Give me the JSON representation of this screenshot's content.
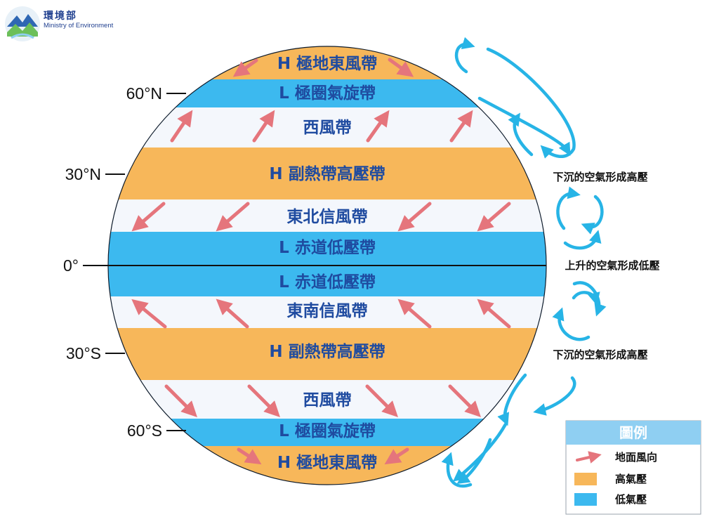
{
  "logo": {
    "name_zh": "環境部",
    "name_en": "Ministry of Environment"
  },
  "bands": [
    {
      "label": "H 極地東風帶",
      "type": "high"
    },
    {
      "label": "L 極圈氣旋帶",
      "type": "low"
    },
    {
      "label": "西風帶",
      "type": "wind"
    },
    {
      "label": "H 副熱帶高壓帶",
      "type": "high"
    },
    {
      "label": "東北信風帶",
      "type": "wind"
    },
    {
      "label": "L 赤道低壓帶",
      "type": "low"
    },
    {
      "label": "L 赤道低壓帶",
      "type": "low"
    },
    {
      "label": "東南信風帶",
      "type": "wind"
    },
    {
      "label": "H 副熱帶高壓帶",
      "type": "high"
    },
    {
      "label": "西風帶",
      "type": "wind"
    },
    {
      "label": "L 極圈氣旋帶",
      "type": "low"
    },
    {
      "label": "H 極地東風帶",
      "type": "high"
    }
  ],
  "latitudes": [
    "60°N",
    "30°N",
    "0°",
    "30°S",
    "60°S"
  ],
  "annotations": [
    "下沉的空氣形成高壓",
    "上升的空氣形成低壓",
    "下沉的空氣形成高壓"
  ],
  "legend": {
    "title": "圖例",
    "items": [
      {
        "label": "地面風向",
        "kind": "arrow"
      },
      {
        "label": "高氣壓",
        "kind": "high"
      },
      {
        "label": "低氣壓",
        "kind": "low"
      }
    ]
  },
  "colors": {
    "high": "#f7b75a",
    "low": "#3cb9ef",
    "wind": "#f4f7fc",
    "arrow": "#e5757c",
    "cell_arrow": "#27b4e6",
    "label_text": "#1f4ba0",
    "legend_header": "#8fcff2"
  }
}
